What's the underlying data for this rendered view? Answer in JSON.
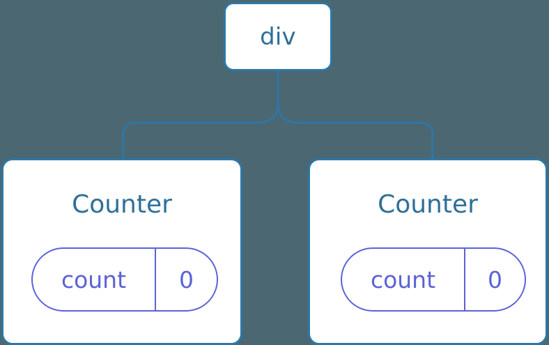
{
  "diagram": {
    "type": "component-tree",
    "background_color": "#4b6772",
    "node_border_color": "#2e77a6",
    "node_text_color": "#2e6f99",
    "state_pill_color": "#5b62d6",
    "connector_color": "#2e77a6",
    "root": {
      "label": "div"
    },
    "children": [
      {
        "title": "Counter",
        "state": {
          "key": "count",
          "value": "0"
        }
      },
      {
        "title": "Counter",
        "state": {
          "key": "count",
          "value": "0"
        }
      }
    ]
  }
}
